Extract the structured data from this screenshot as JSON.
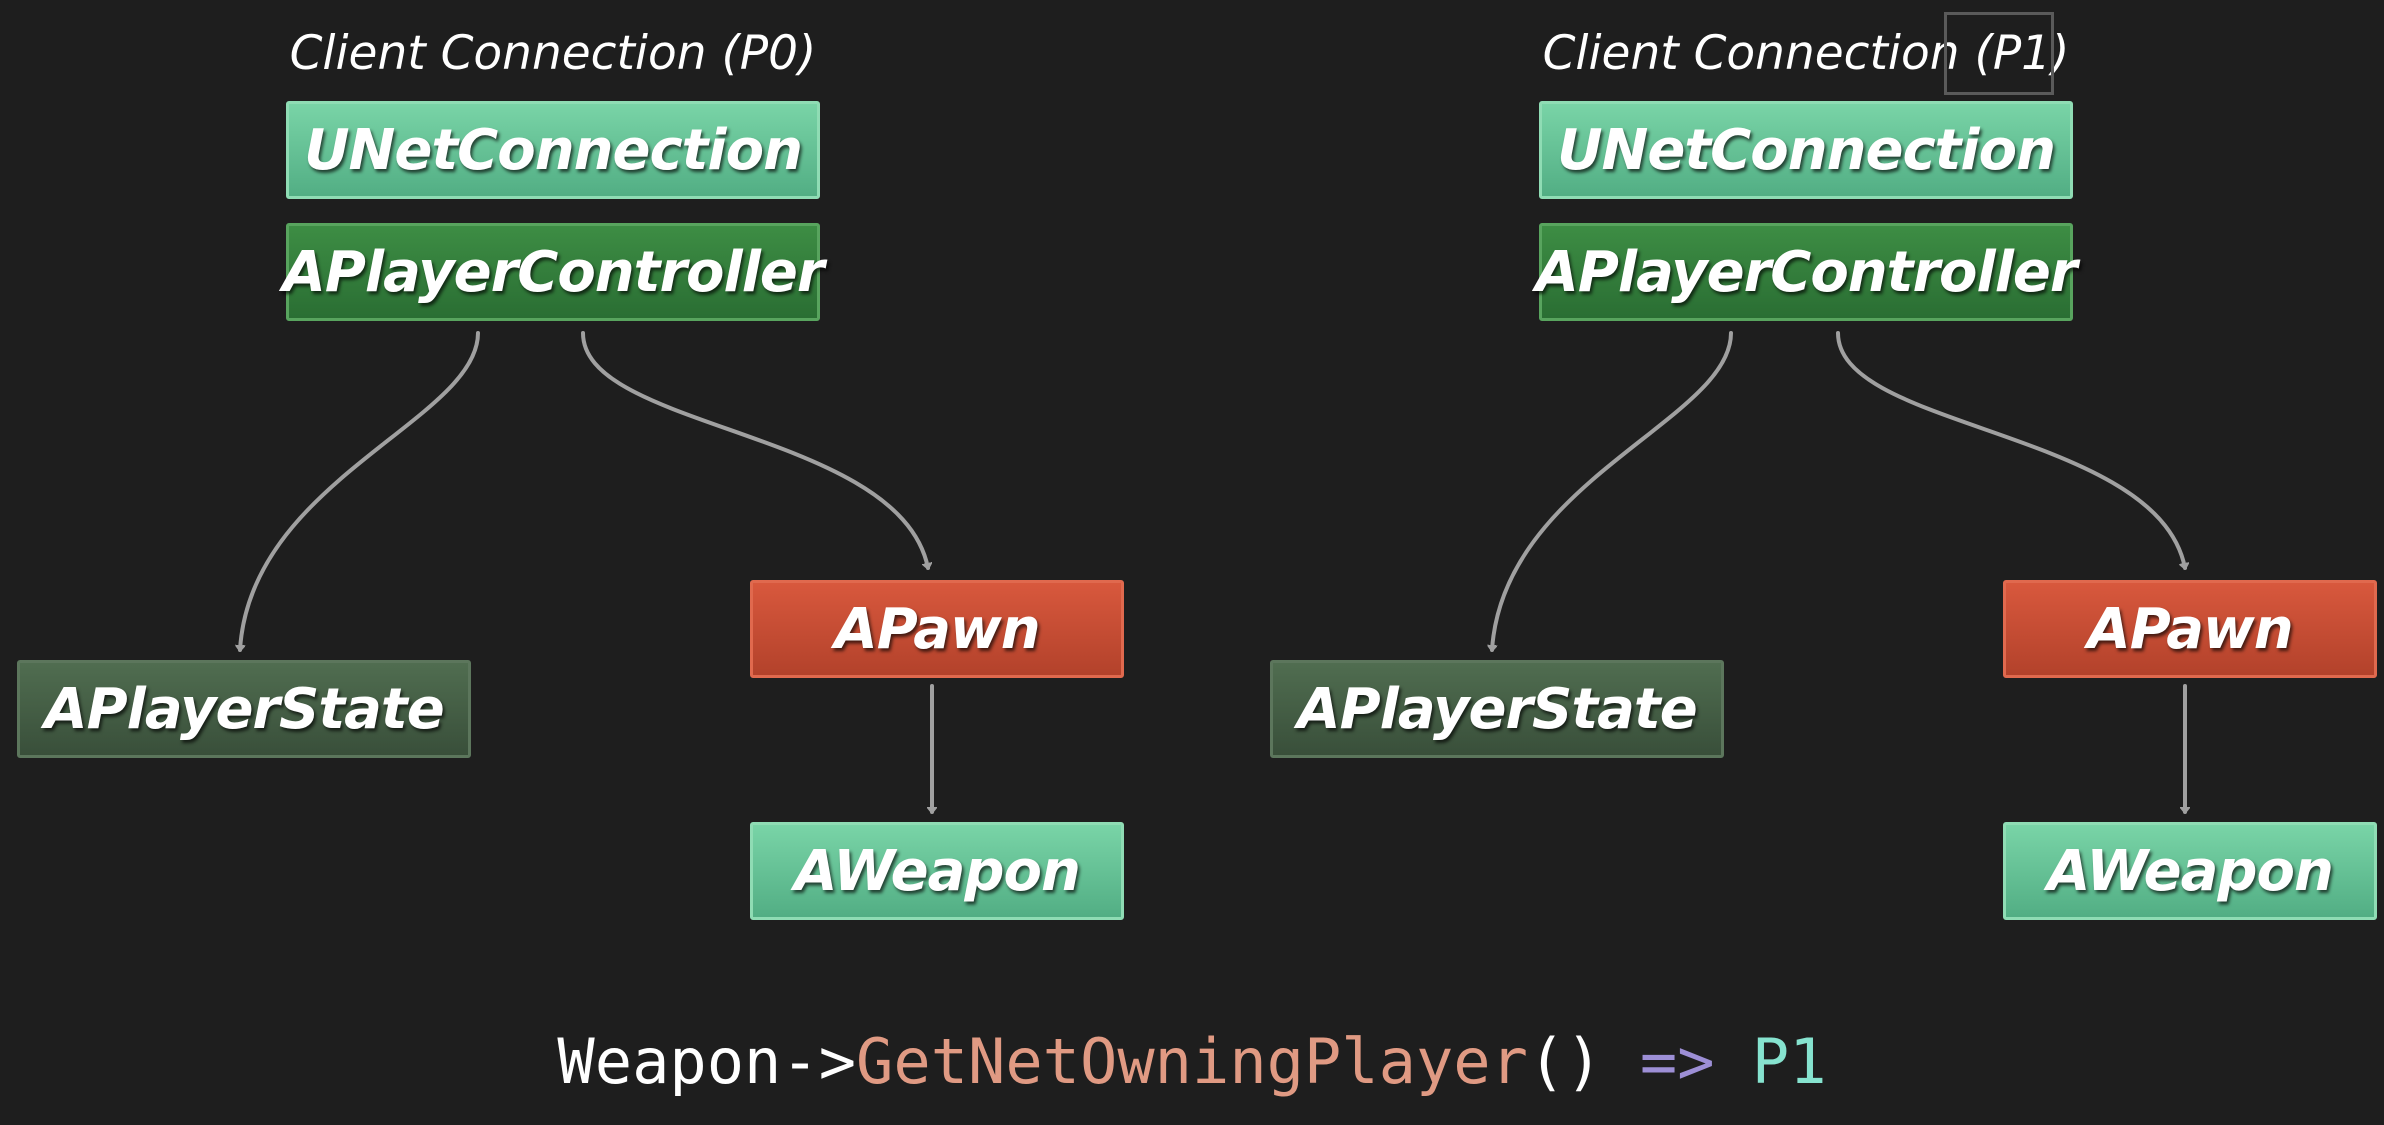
{
  "colors": {
    "background": "#1e1e1e",
    "light_green": "#66c497",
    "dark_green": "#348040",
    "gray_green": "#445f45",
    "red": "#c94c33",
    "arrow": "#a0a0a0",
    "code_white": "#ffffff",
    "code_salmon": "#e09a83",
    "code_arrow": "#9d8fd6",
    "code_teal": "#86e3cf"
  },
  "left_tree": {
    "header": "Client Connection (P0)",
    "net_connection": "UNetConnection",
    "player_controller": "APlayerController",
    "player_state": "APlayerState",
    "pawn": "APawn",
    "weapon": "AWeapon"
  },
  "right_tree": {
    "header_prefix": "Client Connection ",
    "header_highlight": "(P1)",
    "net_connection": "UNetConnection",
    "player_controller": "APlayerController",
    "player_state": "APlayerState",
    "pawn": "APawn",
    "weapon": "AWeapon"
  },
  "code": {
    "object": "Weapon",
    "operator": "->",
    "method": "GetNetOwningPlayer",
    "parens": "()",
    "result_arrow": "=>",
    "result": "P1"
  }
}
